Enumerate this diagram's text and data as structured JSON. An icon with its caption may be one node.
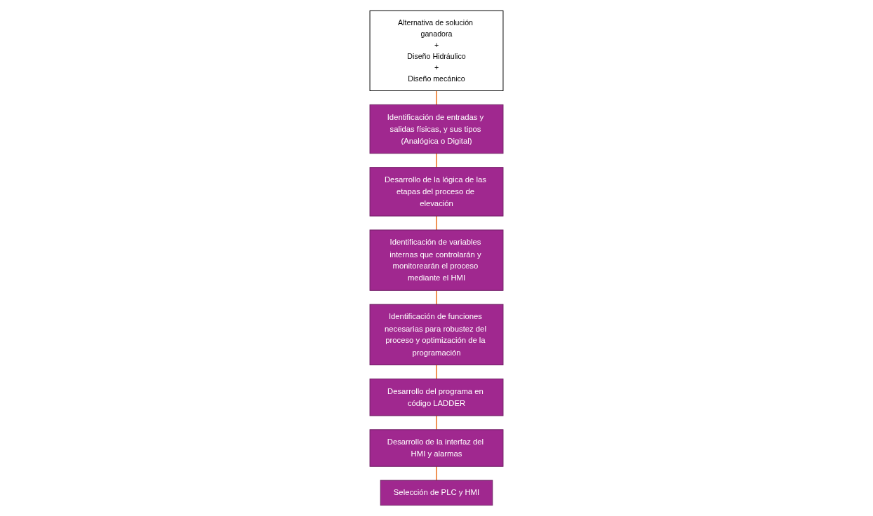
{
  "diagram": {
    "nodes": [
      {
        "text": [
          "Alternativa de solución ganadora",
          "+",
          "Diseño Hidráulico",
          "+",
          "Diseño mecánico"
        ]
      },
      {
        "text": [
          "Identificación de entradas y salidas físicas, y sus tipos (Analógica o Digital)"
        ]
      },
      {
        "text": [
          "Desarrollo de la lógica de las etapas del proceso de elevación"
        ]
      },
      {
        "text": [
          "Identificación de variables internas que controlarán y monitorearán el proceso mediante el HMI"
        ]
      },
      {
        "text": [
          "Identificación de funciones necesarias para robustez del proceso y optimización de la programación"
        ]
      },
      {
        "text": [
          "Desarrollo del programa en código LADDER"
        ]
      },
      {
        "text": [
          "Desarrollo de la interfaz del HMI y alarmas"
        ]
      },
      {
        "text": [
          "Selección de PLC y HMI"
        ]
      }
    ],
    "edges": [
      {
        "from": 0,
        "to": 1,
        "arrow": "none"
      },
      {
        "from": 1,
        "to": 2,
        "arrow": "none"
      },
      {
        "from": 2,
        "to": 3,
        "arrow": "none"
      },
      {
        "from": 3,
        "to": 4,
        "arrow": "none"
      },
      {
        "from": 4,
        "to": 5,
        "arrow": "none"
      },
      {
        "from": 5,
        "to": 6,
        "arrow": "none"
      },
      {
        "from": 6,
        "to": 7,
        "arrow": "none"
      }
    ]
  }
}
